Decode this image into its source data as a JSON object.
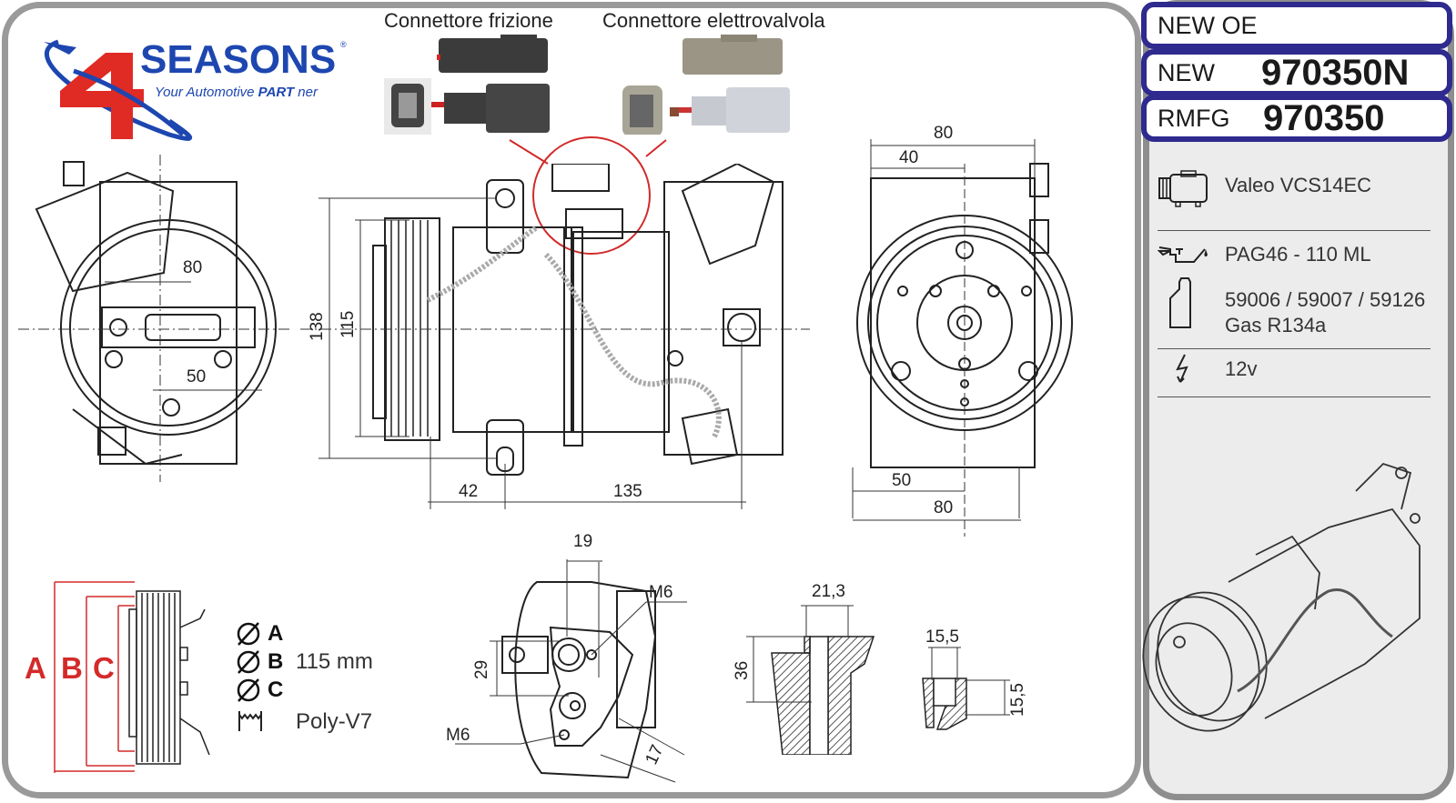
{
  "brand": {
    "logo_number": "4",
    "name": "SEASONS",
    "registered": "®",
    "tagline_prefix": "Your Automotive ",
    "tagline_bold": "PART",
    "tagline_suffix": " ner",
    "colors": {
      "blue": "#1d46b0",
      "red": "#e02a24"
    }
  },
  "codes": {
    "new_oe": {
      "label": "NEW OE",
      "value": ""
    },
    "new": {
      "label": "NEW",
      "value": "970350N"
    },
    "rmfg": {
      "label": "RMFG",
      "value": "970350"
    },
    "border_color": "#2e2a8e"
  },
  "specs": [
    {
      "icon": "compressor-icon",
      "text": "Valeo VCS14EC"
    },
    {
      "icon": "oil-can-icon",
      "text": "PAG46 - 110 ML"
    },
    {
      "icon": "gas-bottle-icon",
      "text": "59006 / 59007 / 59126",
      "text2": "Gas R134a"
    },
    {
      "icon": "voltage-icon",
      "text": "12v"
    }
  ],
  "connectors": {
    "clutch": {
      "title": "Connettore frizione",
      "colors": [
        "#3a3a3a",
        "#4a4a4a"
      ]
    },
    "valve": {
      "title": "Connettore elettrovalvola",
      "colors": [
        "#9a9585",
        "#c9ccd3"
      ]
    },
    "highlight_color": "#d12a2a"
  },
  "drawings": {
    "rear_view": {
      "dims": [
        "80",
        "50"
      ]
    },
    "side_view": {
      "dims": [
        "138",
        "115",
        "42",
        "135"
      ]
    },
    "front_view": {
      "dims": [
        "80",
        "40",
        "50",
        "80"
      ]
    },
    "manifold": {
      "dims": [
        "19",
        "M6",
        "29",
        "M6",
        "17"
      ]
    },
    "port_large": {
      "dims": [
        "21,3",
        "36"
      ]
    },
    "port_small": {
      "dims": [
        "15,5",
        "15,5"
      ]
    }
  },
  "pulley": {
    "labels": [
      "A",
      "B",
      "C"
    ],
    "diameter_a": "A",
    "diameter_b": "B",
    "diameter_c": "C",
    "diameter_b_value": "115 mm",
    "belt_type": "Poly-V7",
    "label_color": "#d42a2a"
  }
}
